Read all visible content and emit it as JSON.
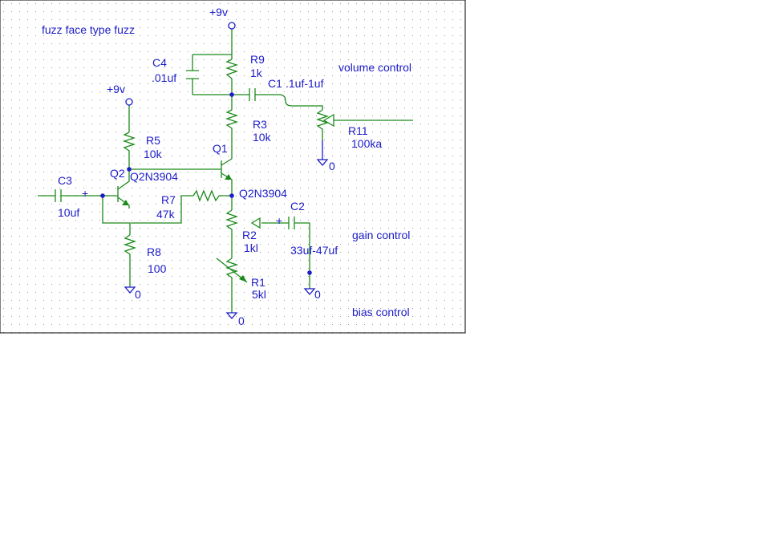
{
  "title": "fuzz face type fuzz",
  "power_top": "+9v",
  "power_left": "+9v",
  "parts": {
    "C4": {
      "ref": "C4",
      "value": ".01uf"
    },
    "R9": {
      "ref": "R9",
      "value": "1k"
    },
    "C1": {
      "ref": "C1",
      "value": ".1uf-1uf"
    },
    "R3": {
      "ref": "R3",
      "value": "10k"
    },
    "R11": {
      "ref": "R11",
      "value": "100ka"
    },
    "R5": {
      "ref": "R5",
      "value": "10k"
    },
    "Q1": {
      "ref": "Q1",
      "value": "Q2N3904"
    },
    "Q2": {
      "ref": "Q2",
      "value": "Q2N3904"
    },
    "C3": {
      "ref": "C3",
      "value": "10uf"
    },
    "R7": {
      "ref": "R7",
      "value": "47k"
    },
    "C2": {
      "ref": "C2",
      "value": "33uf-47uf"
    },
    "R2": {
      "ref": "R2",
      "value": "1kl"
    },
    "R8": {
      "ref": "R8",
      "value": "100"
    },
    "R1": {
      "ref": "R1",
      "value": "5kl"
    }
  },
  "notes": {
    "volume": "volume control",
    "gain": "gain control",
    "bias": "bias control"
  },
  "ground_label": "0",
  "polarity_mark": "+",
  "colors": {
    "wire": "#1b8a1b",
    "text": "#1c1cc8",
    "frame": "#000000",
    "grid": "#9a9a9a"
  }
}
